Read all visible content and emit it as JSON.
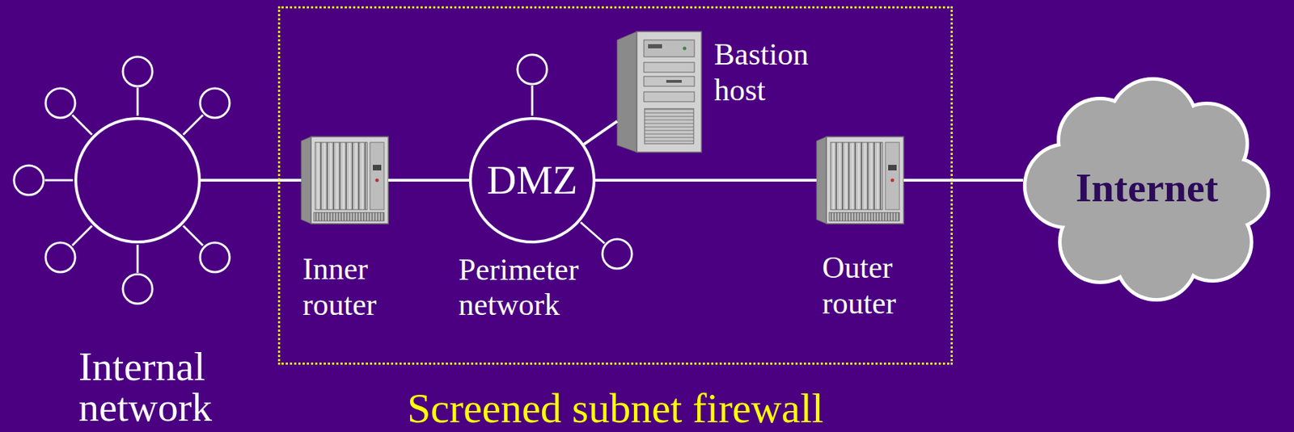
{
  "diagram": {
    "nodes": [
      {
        "text": [
          "Internal network"
        ]
      },
      {
        "text": [
          "Screened subnet firewall"
        ]
      },
      {
        "text": [
          "Inner router"
        ],
        "in": 1
      },
      {
        "text": [
          "DMZ",
          "Perimeter network"
        ],
        "in": 1
      },
      {
        "text": [
          "Bastion host"
        ],
        "in": 1
      },
      {
        "text": [
          "Outer router"
        ],
        "in": 1
      },
      {
        "text": [
          "Internet"
        ]
      }
    ],
    "edges": [
      {
        "from": 0,
        "to": 2,
        "arrow": "none"
      },
      {
        "from": 2,
        "to": 3,
        "arrow": "none"
      },
      {
        "from": 3,
        "to": 4,
        "arrow": "none"
      },
      {
        "from": 3,
        "to": 5,
        "arrow": "none"
      },
      {
        "from": 5,
        "to": 6,
        "arrow": "none"
      }
    ]
  }
}
